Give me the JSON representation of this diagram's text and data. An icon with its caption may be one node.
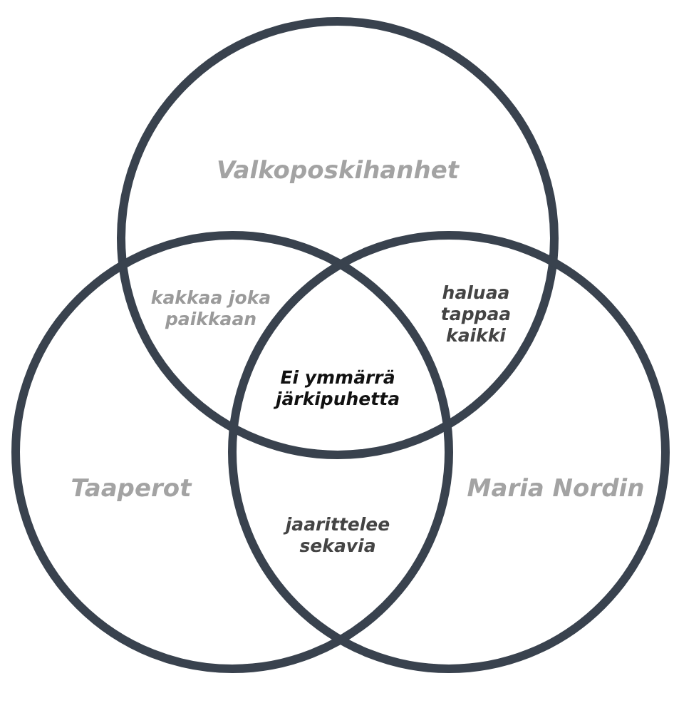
{
  "diagram": {
    "nodes": [
      {
        "text": [
          "Valkoposkihanhet"
        ]
      },
      {
        "text": [
          "Taaperot"
        ]
      },
      {
        "text": [
          "Maria Nordin"
        ]
      }
    ],
    "labels": [
      "kakkaa joka paikkaan",
      "haluaa tappaa kaikki",
      "Ei ymmärrä järkipuhetta",
      "jaarittelee sekavia"
    ]
  }
}
